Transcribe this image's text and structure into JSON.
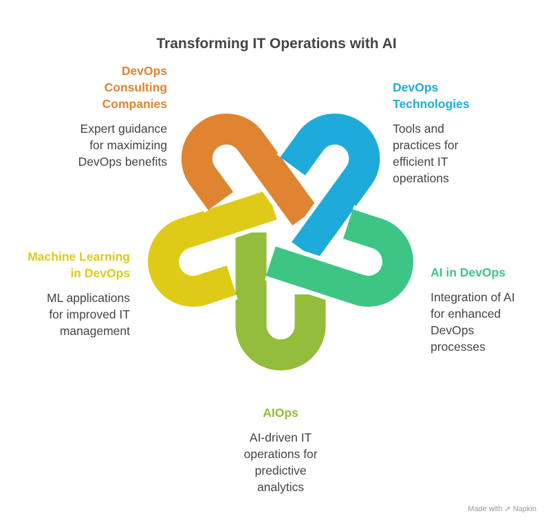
{
  "title": "Transforming IT Operations with AI",
  "items": [
    {
      "heading": [
        "DevOps",
        "Consulting",
        "Companies"
      ],
      "desc": [
        "Expert guidance",
        "for maximizing",
        "DevOps benefits"
      ],
      "color": "#DF8431"
    },
    {
      "heading": [
        "DevOps",
        "Technologies"
      ],
      "desc": [
        "Tools and",
        "practices for",
        "efficient IT",
        "operations"
      ],
      "color": "#1FABD9"
    },
    {
      "heading": [
        "Machine Learning",
        "in DevOps"
      ],
      "desc": [
        "ML applications",
        "for improved IT",
        "management"
      ],
      "color": "#DFCB17"
    },
    {
      "heading": [
        "AI in DevOps"
      ],
      "desc": [
        "Integration of AI",
        "for enhanced",
        "DevOps",
        "processes"
      ],
      "color": "#3DC586"
    },
    {
      "heading": [
        "AIOps"
      ],
      "desc": [
        "AI-driven IT",
        "operations for",
        "predictive",
        "analytics"
      ],
      "color": "#93BD3A"
    }
  ],
  "footer": {
    "made_with": "Made with",
    "brand": "Napkin"
  }
}
